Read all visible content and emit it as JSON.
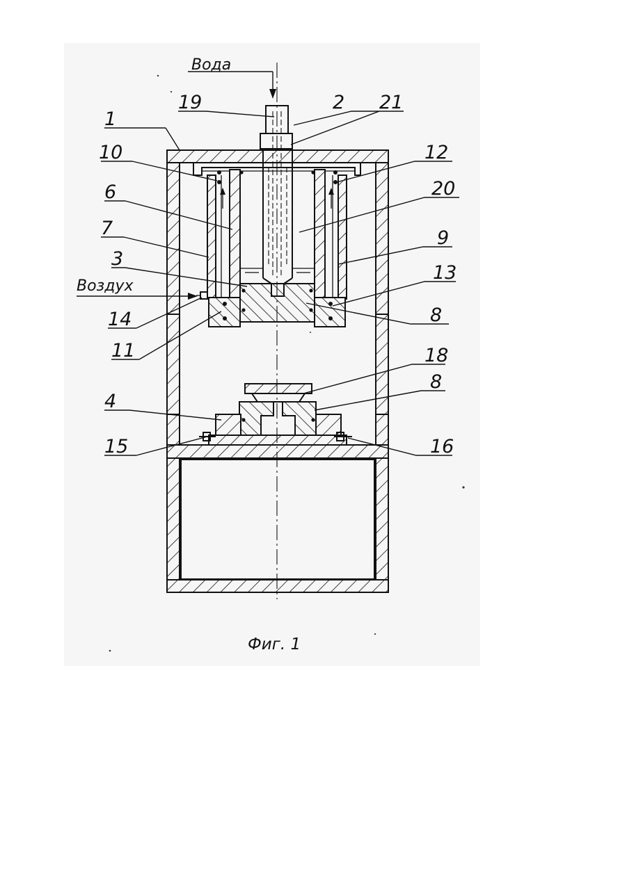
{
  "figure": {
    "caption": "Фиг. 1",
    "flow_labels": {
      "water": "Вода",
      "air": "Воздух"
    },
    "parts": {
      "p1": "1",
      "p2": "2",
      "p3": "3",
      "p4": "4",
      "p6": "6",
      "p7": "7",
      "p8_upper": "8",
      "p8_lower": "8",
      "p9": "9",
      "p10": "10",
      "p11": "11",
      "p12": "12",
      "p13": "13",
      "p14": "14",
      "p15": "15",
      "p16": "16",
      "p18": "18",
      "p19": "19",
      "p20": "20",
      "p21": "21"
    }
  }
}
